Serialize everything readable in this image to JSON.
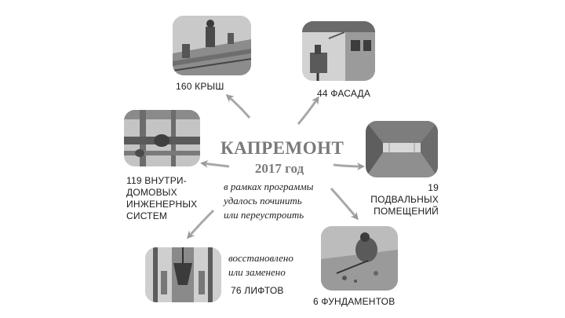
{
  "center": {
    "title": "КАПРЕМОНТ",
    "year": "2017 год",
    "caption_lines": [
      "в рамках программы",
      "удалось починить",
      "или переустроить"
    ]
  },
  "items": [
    {
      "id": "roofs",
      "count_label": "160 КРЫШ"
    },
    {
      "id": "facades",
      "count_label": "44 ФАСАДА"
    },
    {
      "id": "basements",
      "label_lines": [
        "19 ПОДВАЛЬНЫХ",
        "ПОМЕЩЕНИЙ"
      ]
    },
    {
      "id": "foundations",
      "count_label": "6 ФУНДАМЕНТОВ"
    },
    {
      "id": "elevators",
      "note_lines": [
        "восстановлено",
        "или заменено"
      ],
      "count_label": "76 ЛИФТОВ"
    },
    {
      "id": "engineering",
      "label_lines": [
        "119 ВНУТРИ-",
        "ДОМОВЫХ",
        "ИНЖЕНЕРНЫХ",
        "СИСТЕМ"
      ]
    }
  ],
  "colors": {
    "title": "#7a7a7a",
    "arrow": "#9a9a9a",
    "text": "#1a1a1a"
  }
}
